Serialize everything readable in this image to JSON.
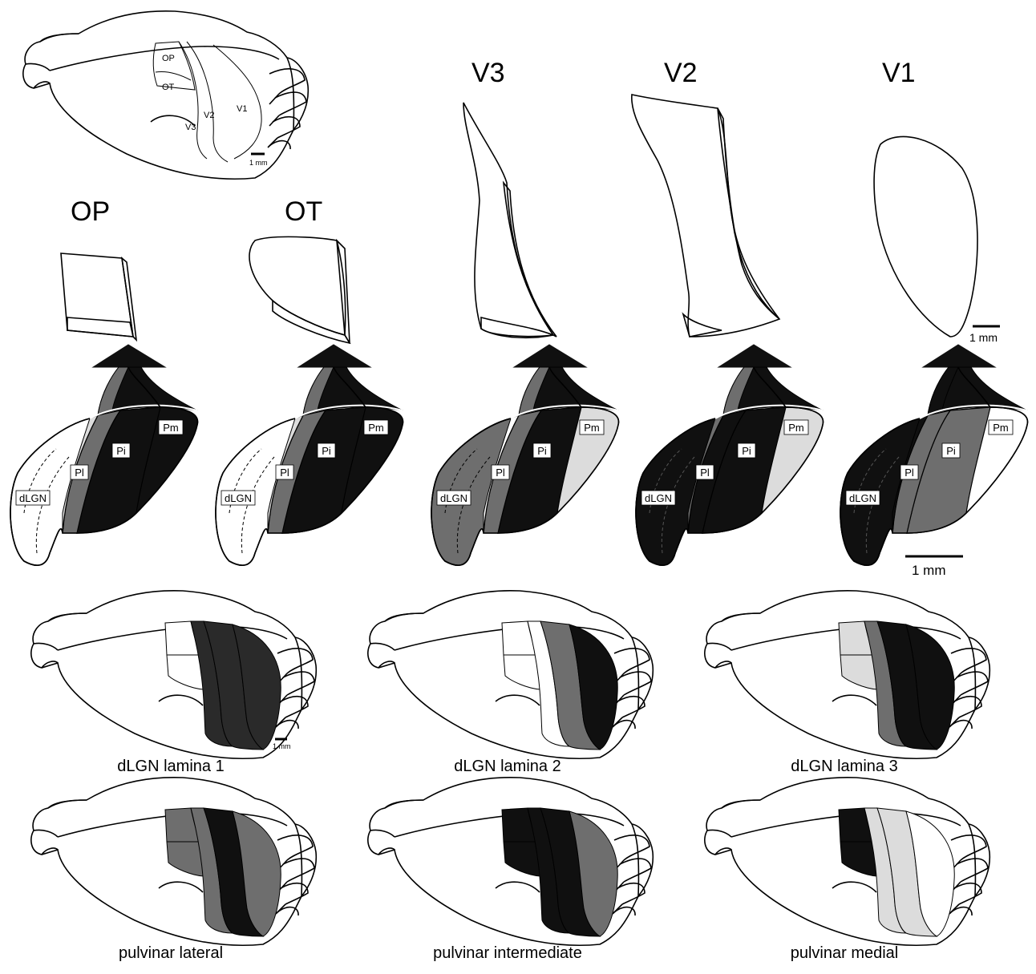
{
  "colors": {
    "white": "#ffffff",
    "light": "#dcdcdc",
    "medium": "#6e6e6e",
    "dark": "#2a2a2a",
    "black": "#101010"
  },
  "overview": {
    "areas": [
      "OP",
      "OT",
      "V3",
      "V2",
      "V1"
    ],
    "scale": "1 mm"
  },
  "cortex": {
    "headers": {
      "op": "OP",
      "ot": "OT",
      "v3": "V3",
      "v2": "V2",
      "v1": "V1"
    },
    "scale": "1 mm"
  },
  "thalamus": {
    "labels": {
      "dlgn": "dLGN",
      "pl": "Pl",
      "pi": "Pi",
      "pm": "Pm"
    },
    "scale": "1 mm"
  },
  "brains": [
    {
      "caption": "dLGN lamina 1",
      "fills": {
        "op": "#ffffff",
        "ot": "#ffffff",
        "v3": "#2a2a2a",
        "v2": "#2a2a2a",
        "v1": "#2a2a2a"
      }
    },
    {
      "caption": "dLGN lamina 2",
      "fills": {
        "op": "#ffffff",
        "ot": "#ffffff",
        "v3": "#ffffff",
        "v2": "#6e6e6e",
        "v1": "#101010"
      }
    },
    {
      "caption": "dLGN lamina 3",
      "fills": {
        "op": "#dcdcdc",
        "ot": "#dcdcdc",
        "v3": "#6e6e6e",
        "v2": "#101010",
        "v1": "#101010"
      }
    },
    {
      "caption": "pulvinar lateral",
      "fills": {
        "op": "#6e6e6e",
        "ot": "#6e6e6e",
        "v3": "#6e6e6e",
        "v2": "#101010",
        "v1": "#6e6e6e"
      }
    },
    {
      "caption": "pulvinar intermediate",
      "fills": {
        "op": "#101010",
        "ot": "#101010",
        "v3": "#101010",
        "v2": "#101010",
        "v1": "#6e6e6e"
      }
    },
    {
      "caption": "pulvinar medial",
      "fills": {
        "op": "#101010",
        "ot": "#101010",
        "v3": "#dcdcdc",
        "v2": "#dcdcdc",
        "v1": "#ffffff"
      }
    }
  ],
  "brain_scale": "1 mm"
}
